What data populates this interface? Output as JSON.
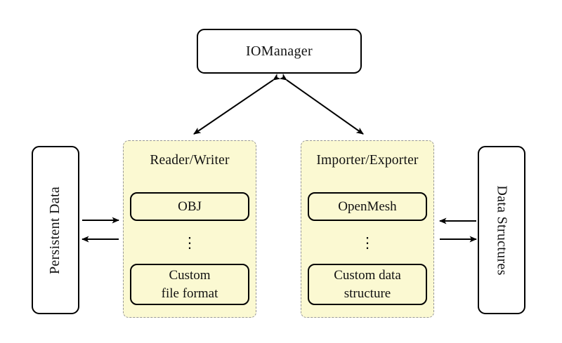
{
  "diagram": {
    "iomanager_label": "IOManager",
    "persistent_data_label": "Persistent Data",
    "data_structures_label": "Data Structures",
    "ellipsis": "⋮",
    "panels": [
      {
        "title": "Reader/Writer",
        "items": [
          "OBJ",
          "Custom\nfile format"
        ]
      },
      {
        "title": "Importer/Exporter",
        "items": [
          "OpenMesh",
          "Custom data\nstructure"
        ]
      }
    ],
    "colors": {
      "panel_fill": "#fbf9d2",
      "panel_border": "#979797",
      "box_border": "#000000",
      "arrow": "#000000",
      "background": "#ffffff"
    }
  }
}
